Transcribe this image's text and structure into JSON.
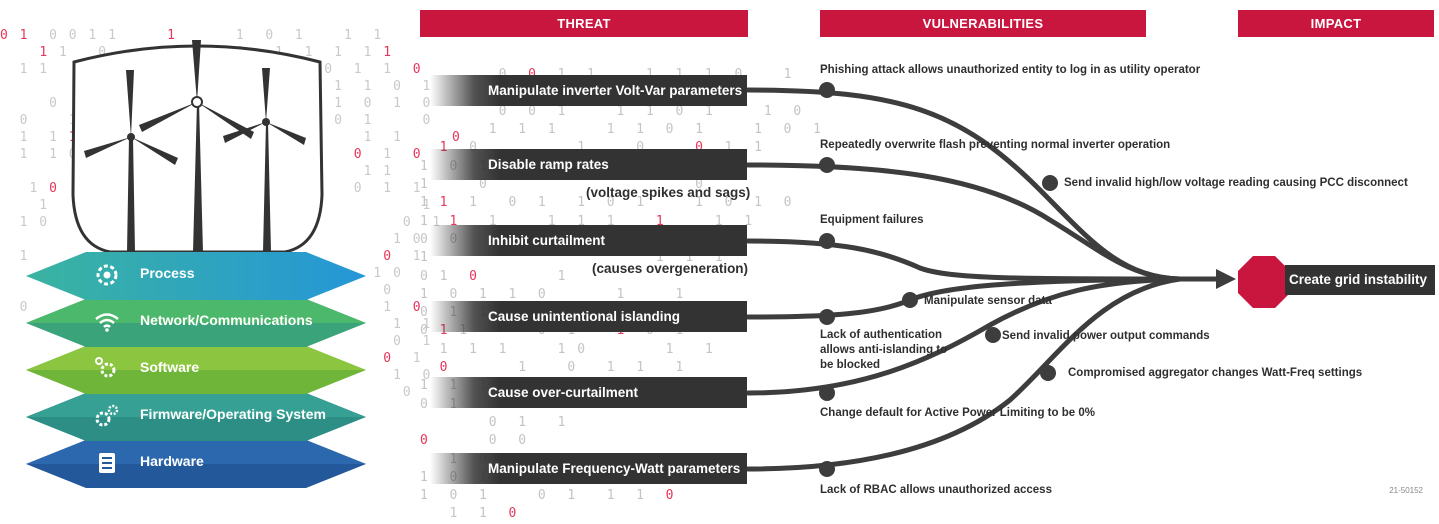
{
  "headers": {
    "threat": "THREAT",
    "vulnerabilities": "VULNERABILITIES",
    "impact": "IMPACT"
  },
  "layers": [
    {
      "label": "Process",
      "icon": "process-gear-icon",
      "color": "#27a0d6"
    },
    {
      "label": "Network/Communications",
      "icon": "wifi-icon",
      "color": "#3aaf8a"
    },
    {
      "label": "Software",
      "icon": "software-gears-icon",
      "color": "#8cc641"
    },
    {
      "label": "Firmware/Operating System",
      "icon": "firmware-gears-icon",
      "color": "#2d8e86"
    },
    {
      "label": "Hardware",
      "icon": "hardware-server-icon",
      "color": "#23589a"
    }
  ],
  "threats": [
    {
      "label": "Manipulate inverter Volt-Var parameters",
      "note": ""
    },
    {
      "label": "Disable ramp rates",
      "note": "(voltage spikes and sags)"
    },
    {
      "label": "Inhibit curtailment",
      "note": "(causes overgeneration)"
    },
    {
      "label": "Cause unintentional islanding",
      "note": ""
    },
    {
      "label": "Cause over-curtailment",
      "note": ""
    },
    {
      "label": "Manipulate Frequency-Watt parameters",
      "note": ""
    }
  ],
  "vulnerabilities": {
    "v1": "Phishing attack allows unauthorized entity to log in as utility operator",
    "v2": "Repeatedly overwrite flash preventing normal inverter operation",
    "v3": "Send invalid high/low voltage reading causing PCC disconnect",
    "v4": "Equipment failures",
    "v5": "Manipulate sensor data",
    "v6_line1": "Lack of authentication",
    "v6_line2": "allows anti-islanding to",
    "v6_line3": "be blocked",
    "v7": "Send invalid power output commands",
    "v8": "Compromised aggregator changes Watt-Freq settings",
    "v9": "Change default for Active Power Limiting to be 0%",
    "v10": "Lack of RBAC allows unauthorized access"
  },
  "impact": {
    "label": "Create grid instability",
    "color": "#c8163e"
  },
  "figure_code": "21-50152",
  "colors": {
    "accent": "#c8163e",
    "bar": "#333333",
    "line": "#3d3d3d"
  }
}
